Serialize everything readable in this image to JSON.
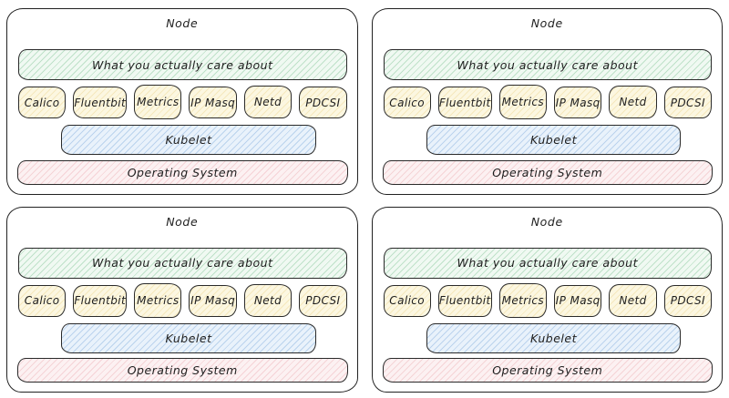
{
  "diagram": {
    "description_colors": {
      "care_fill": "#d3f9d8",
      "component_fill": "#fff9db",
      "kubelet_fill": "#dbe9f8",
      "os_fill": "#ffe3e3",
      "stroke": "#1e1e1e",
      "background": "#ffffff"
    }
  },
  "panels": [
    {
      "title": "Node",
      "care_label": "What you actually care about",
      "components": [
        "Calico",
        "Fluentbit",
        "Metrics",
        "IP Masq",
        "Netd",
        "PDCSI"
      ],
      "kubelet_label": "Kubelet",
      "os_label": "Operating System"
    },
    {
      "title": "Node",
      "care_label": "What you actually care about",
      "components": [
        "Calico",
        "Fluentbit",
        "Metrics",
        "IP Masq",
        "Netd",
        "PDCSI"
      ],
      "kubelet_label": "Kubelet",
      "os_label": "Operating System"
    },
    {
      "title": "Node",
      "care_label": "What you actually care about",
      "components": [
        "Calico",
        "Fluentbit",
        "Metrics",
        "IP Masq",
        "Netd",
        "PDCSI"
      ],
      "kubelet_label": "Kubelet",
      "os_label": "Operating System"
    },
    {
      "title": "Node",
      "care_label": "What you actually care about",
      "components": [
        "Calico",
        "Fluentbit",
        "Metrics",
        "IP Masq",
        "Netd",
        "PDCSI"
      ],
      "kubelet_label": "Kubelet",
      "os_label": "Operating System"
    }
  ]
}
